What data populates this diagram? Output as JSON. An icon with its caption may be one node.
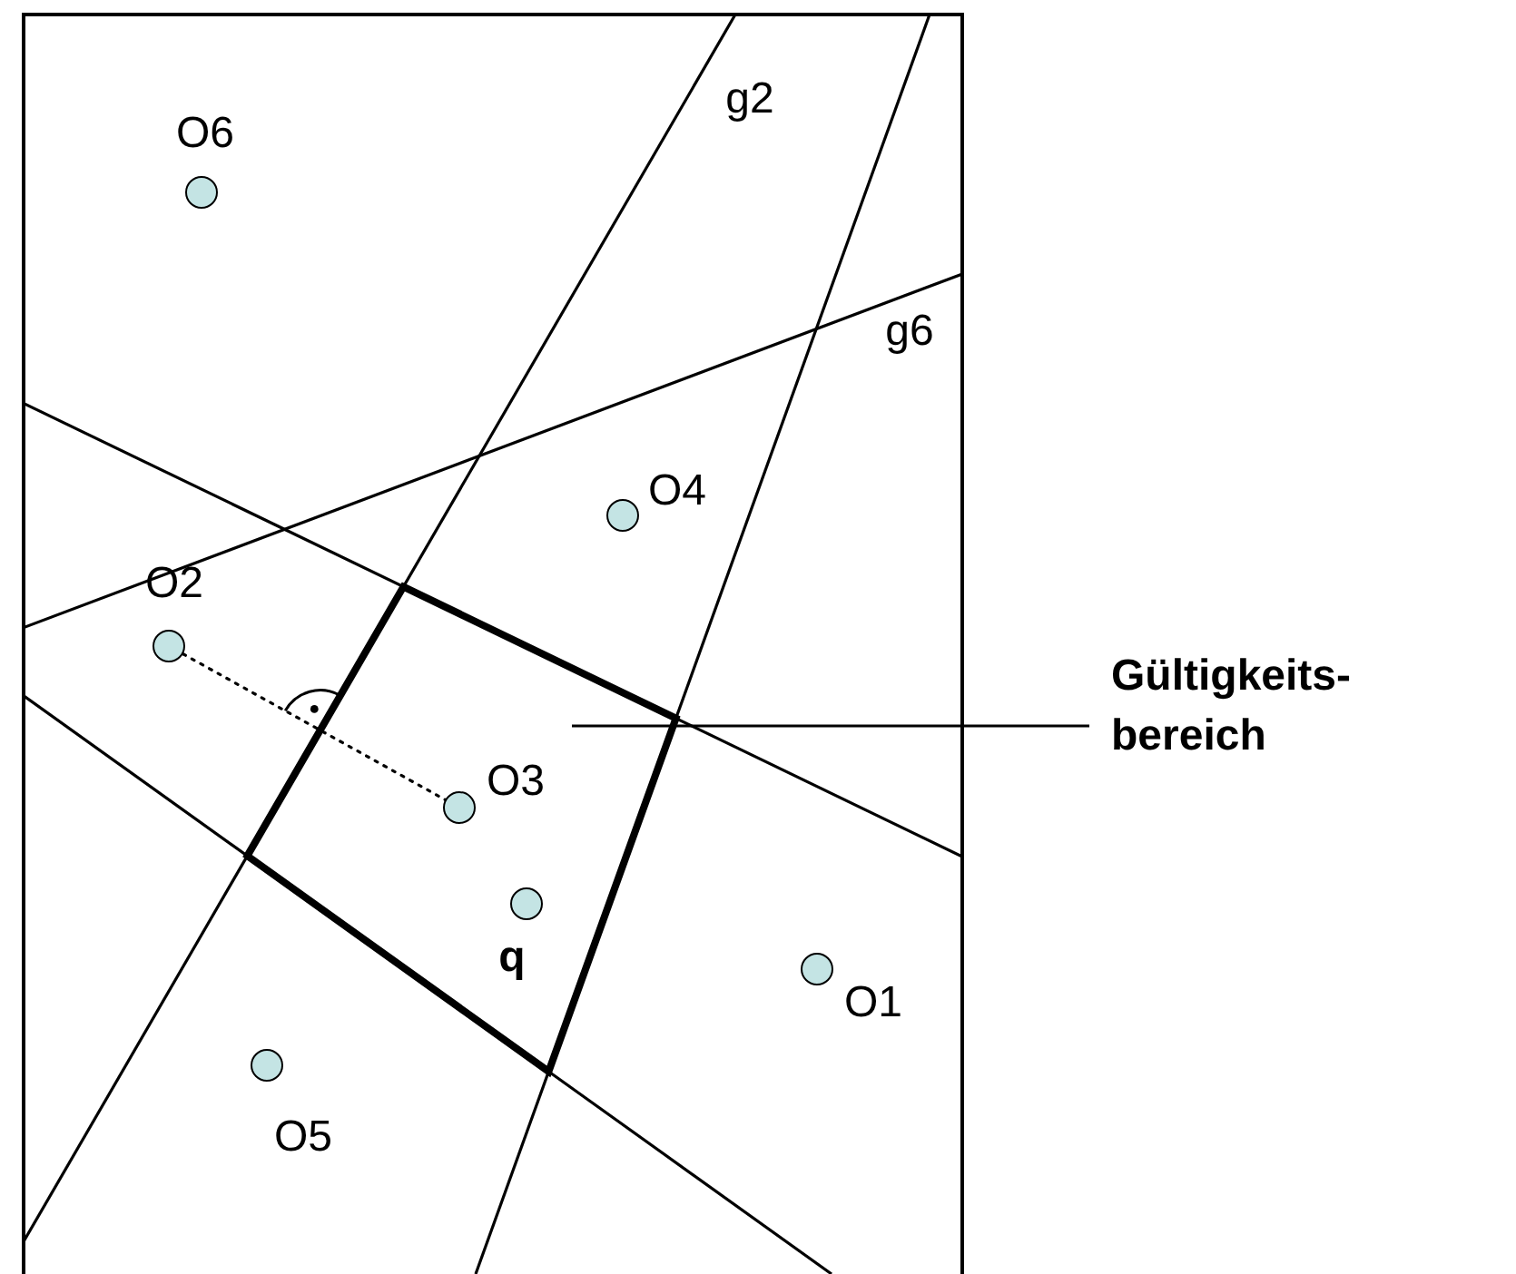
{
  "diagram": {
    "nodes": [
      {
        "text": [],
        "shape": "circle",
        "beside": [
          "O6"
        ]
      },
      {
        "text": [],
        "shape": "circle",
        "beside": [
          "O4"
        ]
      },
      {
        "text": [],
        "shape": "circle",
        "beside": [
          "O2"
        ]
      },
      {
        "text": [],
        "shape": "circle",
        "beside": [
          "O3"
        ]
      },
      {
        "text": [],
        "shape": "circle",
        "beside": [
          "q"
        ]
      },
      {
        "text": [],
        "shape": "circle",
        "beside": [
          "O1"
        ]
      },
      {
        "text": [],
        "shape": "circle",
        "beside": [
          "O5"
        ]
      },
      {
        "text": [
          "Gültigkeits- bereich"
        ]
      }
    ],
    "edges": [
      {
        "from": 2,
        "to": 3,
        "arrow": "none",
        "style": "dashed"
      },
      {
        "from": 7,
        "to": null,
        "arrow": "none"
      }
    ],
    "labels": [
      "g2",
      "g6"
    ]
  }
}
